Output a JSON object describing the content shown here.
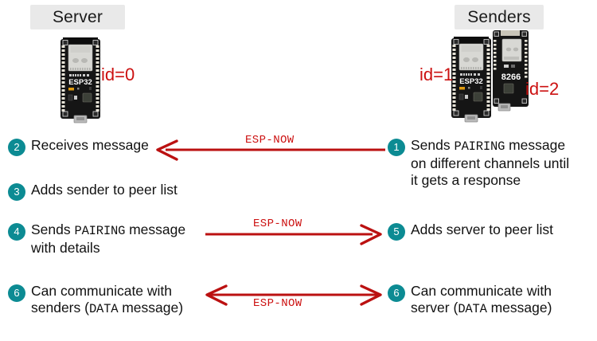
{
  "diagram": {
    "title_left": "Server",
    "title_right": "Senders",
    "devices": {
      "server": {
        "id_label": "id=0",
        "board": "ESP32",
        "icon": "esp32-board-icon"
      },
      "sender_1": {
        "id_label": "id=1",
        "board": "ESP32",
        "icon": "esp32-board-icon"
      },
      "sender_2": {
        "id_label": "id=2",
        "board": "8266",
        "icon": "esp8266-board-icon"
      }
    },
    "steps": {
      "left": [
        {
          "number": "2",
          "text": "Receives message"
        },
        {
          "number": "3",
          "text": "Adds sender to peer list"
        },
        {
          "number": "4",
          "text_pre": "Sends ",
          "text_mono": "PAIRING",
          "text_post": " message\nwith details"
        },
        {
          "number": "6",
          "text_pre": "Can communicate with\nsenders (",
          "text_mono": "DATA",
          "text_post": " message)"
        }
      ],
      "right": [
        {
          "number": "1",
          "text_pre": "Sends ",
          "text_mono": "PAIRING",
          "text_post": " message\non different channels until\nit gets a response"
        },
        {
          "number": "5",
          "text": "Adds server to peer list"
        },
        {
          "number": "6",
          "text_pre": "Can communicate with\nserver (",
          "text_mono": "DATA",
          "text_post": " message)"
        }
      ]
    },
    "arrows": [
      {
        "label": "ESP-NOW",
        "direction": "right-to-left"
      },
      {
        "label": "ESP-NOW",
        "direction": "left-to-right"
      },
      {
        "label": "ESP-NOW",
        "direction": "bidirectional"
      }
    ],
    "colors": {
      "badge": "#0c8b93",
      "arrow": "#bb1111",
      "accent_red": "#cc1111",
      "pill_bg": "#e9e9e9",
      "text": "#111111"
    }
  }
}
